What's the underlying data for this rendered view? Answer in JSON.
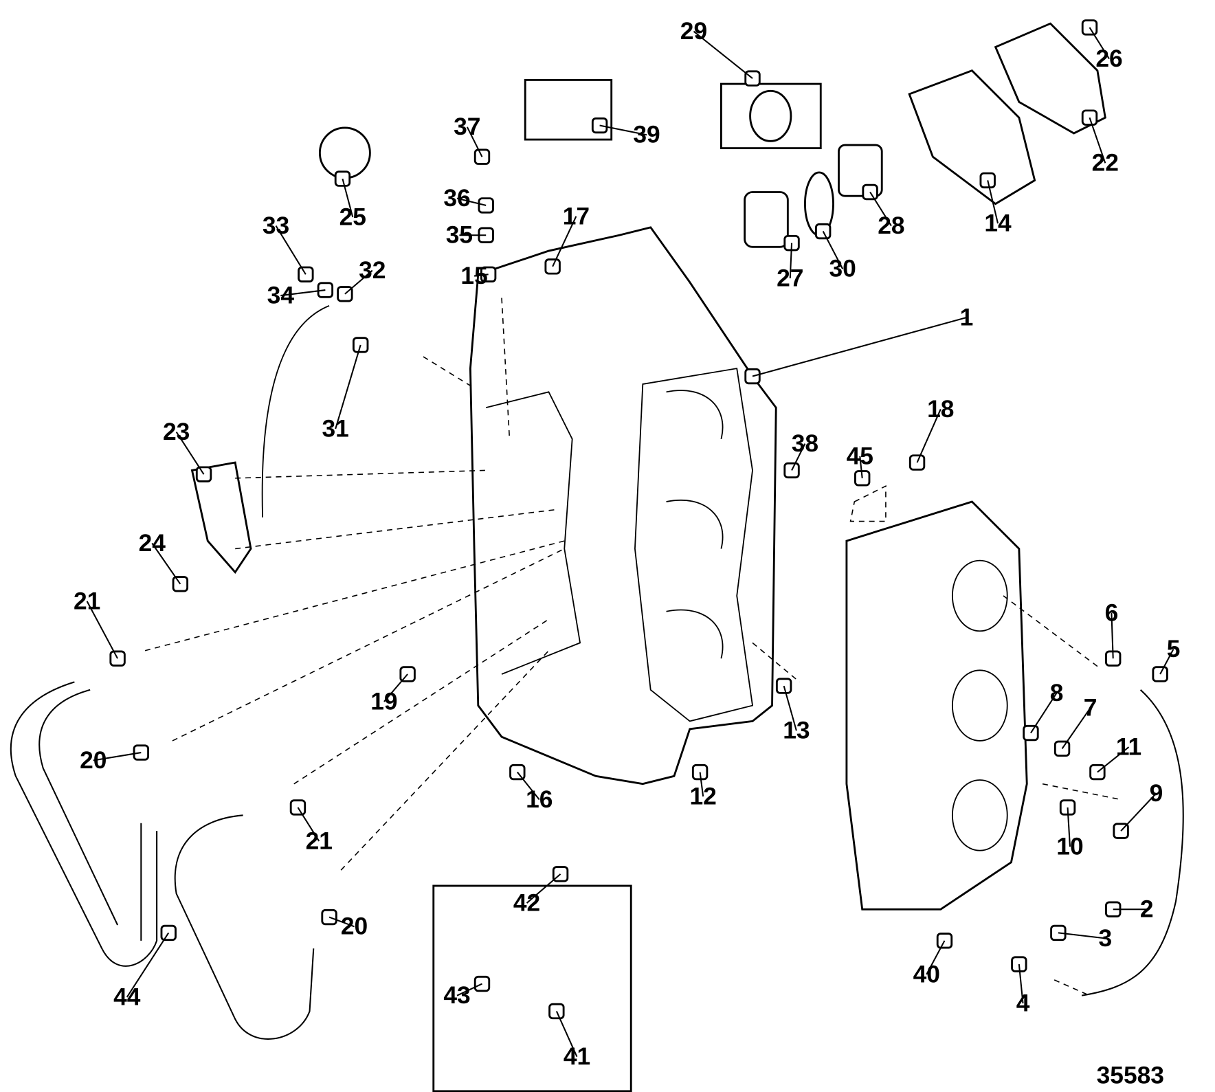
{
  "diagram": {
    "callouts": [
      "1",
      "2",
      "3",
      "4",
      "5",
      "6",
      "7",
      "8",
      "9",
      "10",
      "11",
      "12",
      "13",
      "14",
      "15",
      "16",
      "17",
      "18",
      "19",
      "20",
      "20",
      "21",
      "21",
      "22",
      "23",
      "24",
      "25",
      "26",
      "27",
      "28",
      "29",
      "30",
      "31",
      "32",
      "33",
      "34",
      "35",
      "36",
      "37",
      "38",
      "39",
      "40",
      "41",
      "42",
      "43",
      "44",
      "45"
    ],
    "figure_number": "35583"
  }
}
